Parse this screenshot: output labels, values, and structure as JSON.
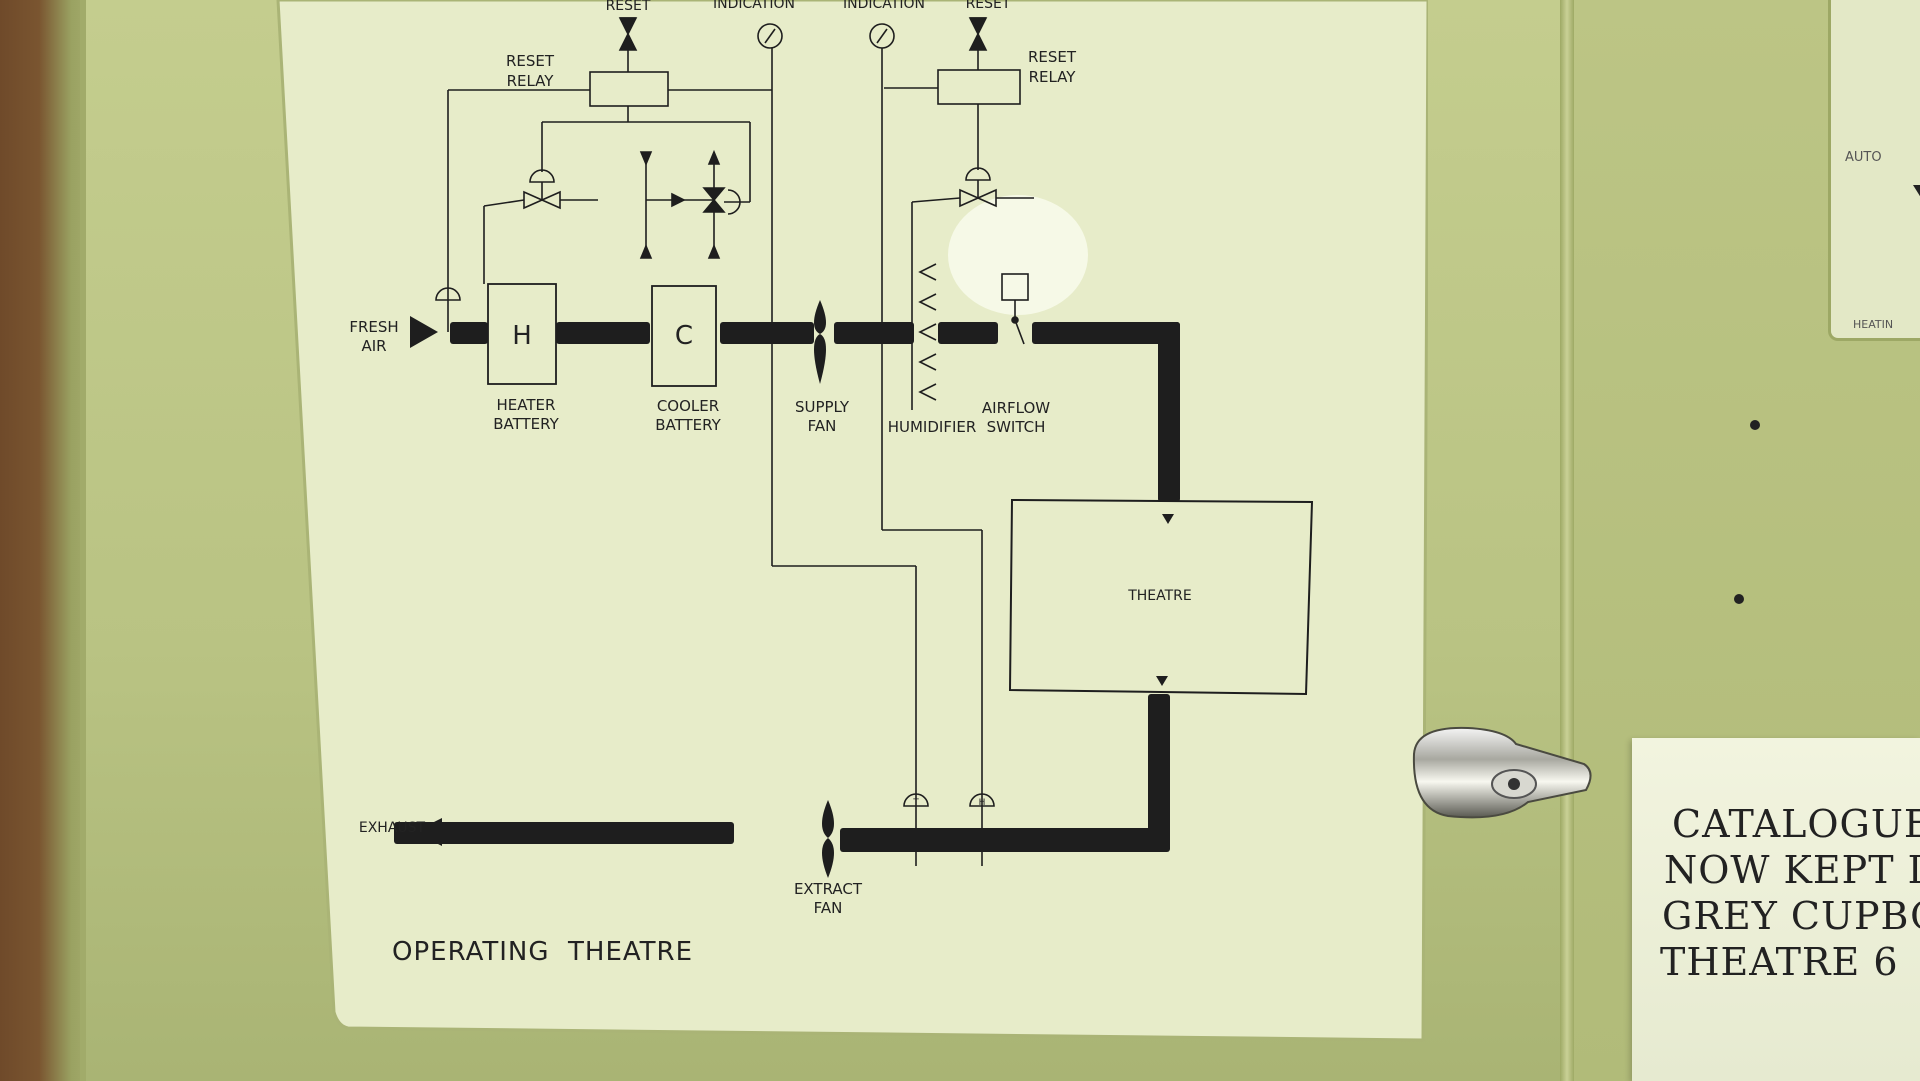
{
  "diagram": {
    "top_labels": {
      "reset_left": "RESET",
      "indication_left": "INDICATION",
      "indication_right": "INDICATION",
      "reset_right": "RESET"
    },
    "reset_relay_left": [
      "RESET",
      "RELAY"
    ],
    "reset_relay_right": [
      "RESET",
      "RELAY"
    ],
    "fresh_air": [
      "FRESH",
      "AIR"
    ],
    "heater_letter": "H",
    "cooler_letter": "C",
    "heater_battery": [
      "HEATER",
      "BATTERY"
    ],
    "cooler_battery": [
      "COOLER",
      "BATTERY"
    ],
    "supply_fan": [
      "SUPPLY",
      "FAN"
    ],
    "humidifier": "HUMIDIFIER",
    "airflow_switch": [
      "AIRFLOW",
      "SWITCH"
    ],
    "theatre": "THEATRE",
    "exhaust": "EXHAUST",
    "extract_fan": [
      "EXTRACT",
      "FAN"
    ],
    "sensor_t": "T",
    "sensor_h": "H",
    "title": "OPERATING  THEATRE"
  },
  "side_plate": {
    "auto": "AUTO",
    "heating": "HEATIN"
  },
  "notice": {
    "lines": [
      "CATALOGUE",
      "NOW KEPT IN",
      "GREY CUPBO",
      "THEATRE 6"
    ]
  },
  "colors": {
    "panel": "#e7ecc9",
    "ink": "#1e1e1e",
    "cabinet": "#bfc888",
    "notice": "#eef1da"
  }
}
